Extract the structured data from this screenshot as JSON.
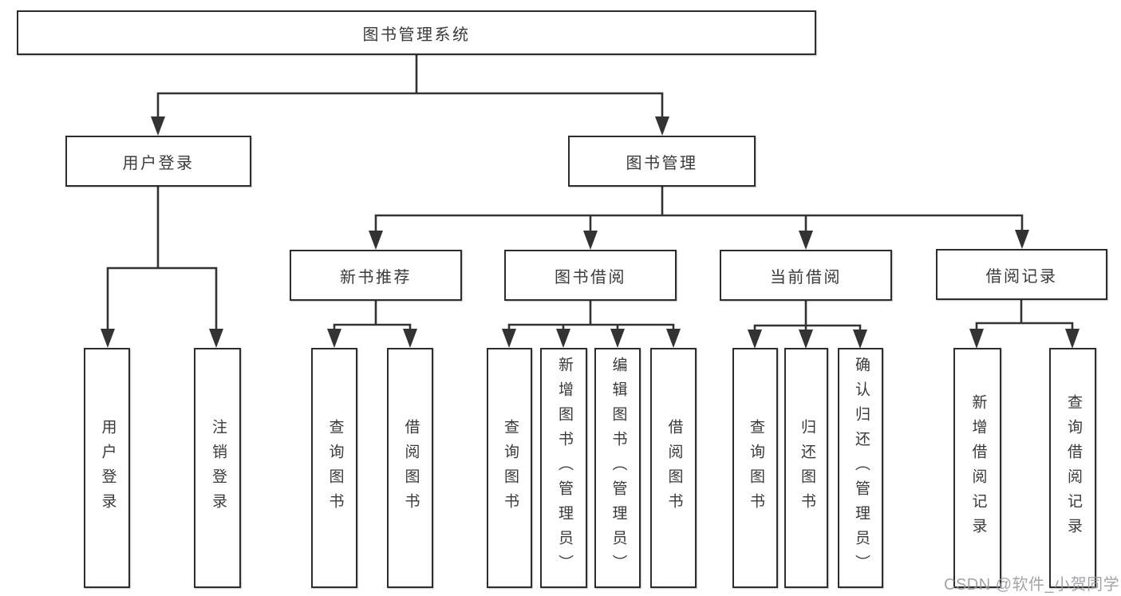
{
  "tree": {
    "root": {
      "label": "图书管理系统"
    },
    "branches": [
      {
        "label": "用户登录",
        "children": [
          {
            "label": "用户登录"
          },
          {
            "label": "注销登录"
          }
        ]
      },
      {
        "label": "图书管理",
        "children": [
          {
            "label": "新书推荐",
            "children": [
              {
                "label": "查询图书"
              },
              {
                "label": "借阅图书"
              }
            ]
          },
          {
            "label": "图书借阅",
            "children": [
              {
                "label": "查询图书"
              },
              {
                "label": "新增图书（管理员）"
              },
              {
                "label": "编辑图书（管理员）"
              },
              {
                "label": "借阅图书"
              }
            ]
          },
          {
            "label": "当前借阅",
            "children": [
              {
                "label": "查询图书"
              },
              {
                "label": "归还图书"
              },
              {
                "label": "确认归还（管理员）"
              }
            ]
          },
          {
            "label": "借阅记录",
            "children": [
              {
                "label": "新增借阅记录"
              },
              {
                "label": "查询借阅记录"
              }
            ]
          }
        ]
      }
    ]
  },
  "watermark": {
    "text": "CSDN @软件_小贺同学"
  },
  "colors": {
    "line": "#333333",
    "box_border": "#2d2d2d",
    "text": "#3a3a3a",
    "watermark": "#94979c",
    "background": "#ffffff"
  }
}
